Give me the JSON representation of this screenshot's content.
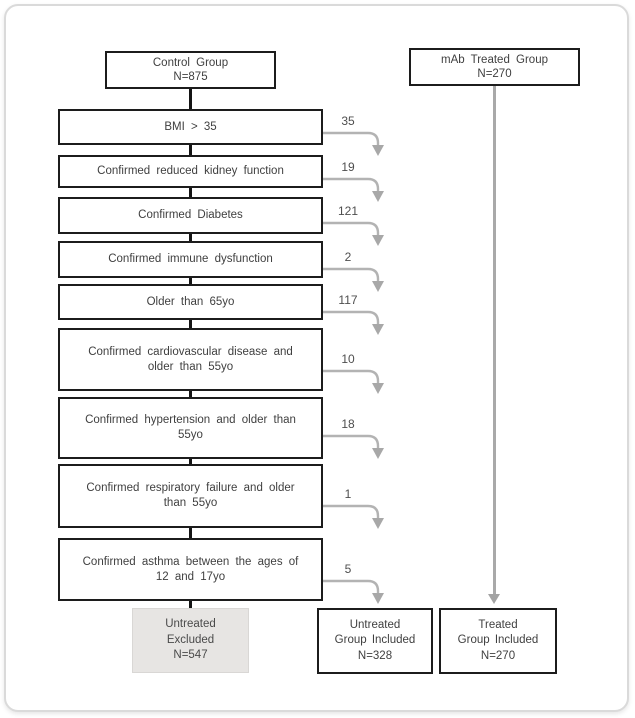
{
  "flow": {
    "control_group": {
      "title": "Control Group",
      "n": "N=875"
    },
    "mab_group": {
      "title": "mAb Treated Group",
      "n": "N=270"
    },
    "exclusions": [
      {
        "label": "BMI > 35",
        "count": 35
      },
      {
        "label": "Confirmed reduced kidney function",
        "count": 19
      },
      {
        "label": "Confirmed Diabetes",
        "count": 121
      },
      {
        "label": "Confirmed immune dysfunction",
        "count": 2
      },
      {
        "label": "Older than 65yo",
        "count": 117
      },
      {
        "label": "Confirmed cardiovascular disease and\nolder than 55yo",
        "count": 10
      },
      {
        "label": "Confirmed hypertension and older than\n55yo",
        "count": 18
      },
      {
        "label": "Confirmed respiratory failure and older\nthan 55yo",
        "count": 1
      },
      {
        "label": "Confirmed asthma between the ages of\n12 and 17yo",
        "count": 5
      }
    ],
    "outcomes": {
      "untreated_excluded": {
        "line1": "Untreated",
        "line2": "Excluded",
        "n": "N=547"
      },
      "untreated_included": {
        "line1": "Untreated",
        "line2": "Group Included",
        "n": "N=328"
      },
      "treated_included": {
        "line1": "Treated",
        "line2": "Group Included",
        "n": "N=270"
      }
    },
    "colors": {
      "box_border": "#1c1c1c",
      "arrow_gray": "#b3b3b3",
      "excluded_fill": "#e7e5e3",
      "text": "#3f3f3f"
    }
  }
}
